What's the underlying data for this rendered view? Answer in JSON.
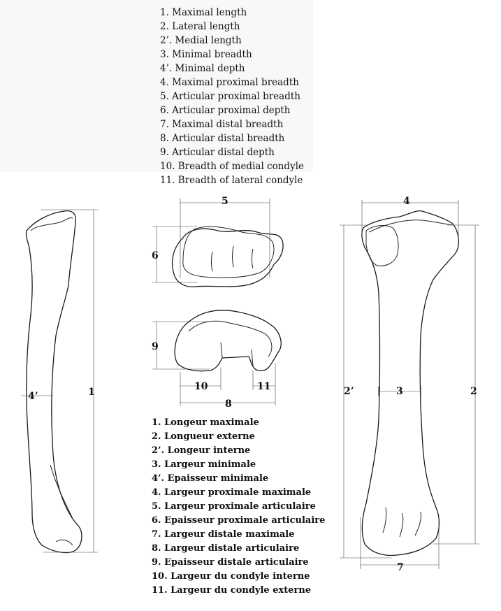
{
  "legend_en": [
    "1. Maximal length",
    "2. Lateral length",
    "2’. Medial length",
    "3. Minimal breadth",
    "4’. Minimal depth",
    "4. Maximal proximal breadth",
    "5. Articular proximal breadth",
    "6. Articular proximal depth",
    "7. Maximal distal breadth",
    "8. Articular distal breadth",
    "9. Articular distal depth",
    "10. Breadth of medial condyle",
    "11. Breadth of lateral condyle"
  ],
  "legend_fr": [
    "1. Longeur maximale",
    "2. Longueur externe",
    "2’. Longeur interne",
    "3. Largeur minimale",
    "4’. Epaisseur minimale",
    "4. Largeur proximale maximale",
    "5. Largeur proximale articulaire",
    "6. Epaisseur proximale articulaire",
    "7. Largeur distale maximale",
    "8. Largeur distale articulaire",
    "9. Epaisseur distale articulaire",
    "10. Largeur du condyle interne",
    "11. Largeur du condyle externe"
  ],
  "labels": {
    "m1": "1",
    "m2": "2",
    "m2p": "2’",
    "m3": "3",
    "m4": "4",
    "m4p": "4’",
    "m5": "5",
    "m6": "6",
    "m7": "7",
    "m8": "8",
    "m9": "9",
    "m10": "10",
    "m11": "11"
  }
}
